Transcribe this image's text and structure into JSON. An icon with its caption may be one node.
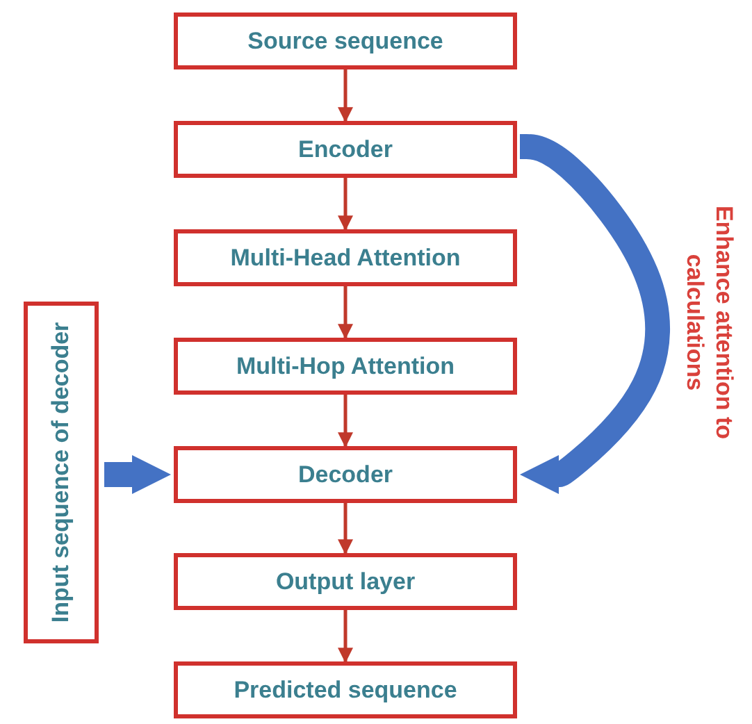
{
  "diagram": {
    "nodes": [
      {
        "text": [
          "Source sequence"
        ]
      },
      {
        "text": [
          "Encoder"
        ]
      },
      {
        "text": [
          "Multi-Head Attention"
        ]
      },
      {
        "text": [
          "Multi-Hop Attention"
        ]
      },
      {
        "text": [
          "Decoder"
        ]
      },
      {
        "text": [
          "Output layer"
        ]
      },
      {
        "text": [
          "Predicted sequence"
        ]
      },
      {
        "text": [
          "Input sequence of decoder"
        ]
      }
    ],
    "edges": [
      {
        "from": 0,
        "to": 1,
        "arrow": "to"
      },
      {
        "from": 1,
        "to": 2,
        "arrow": "to"
      },
      {
        "from": 2,
        "to": 3,
        "arrow": "to"
      },
      {
        "from": 3,
        "to": 4,
        "arrow": "to"
      },
      {
        "from": 4,
        "to": 5,
        "arrow": "to"
      },
      {
        "from": 5,
        "to": 6,
        "arrow": "to"
      },
      {
        "from": 7,
        "to": 4,
        "arrow": "to",
        "style": "thick",
        "color": "#4472c4"
      },
      {
        "from": 1,
        "to": 4,
        "arrow": "to",
        "style": "thick",
        "color": "#4472c4",
        "label": "Enhance attention to calculations"
      }
    ]
  }
}
